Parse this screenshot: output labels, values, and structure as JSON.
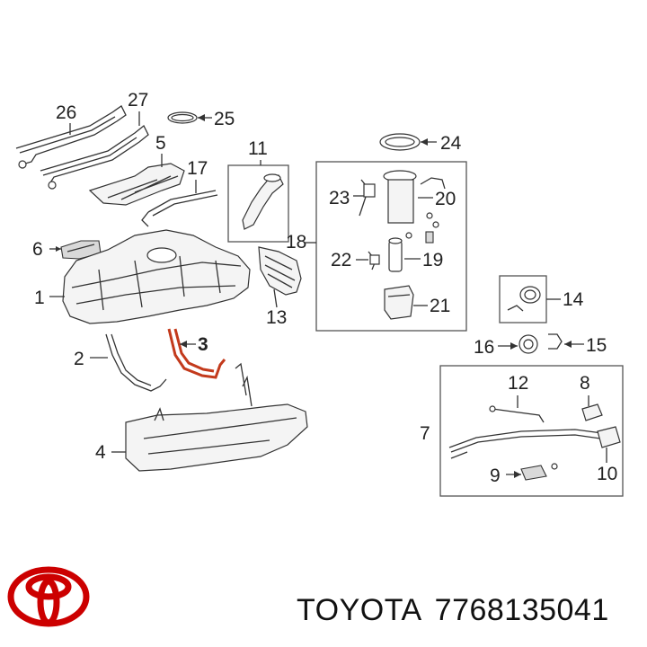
{
  "diagram": {
    "callouts": {
      "c1": "1",
      "c2": "2",
      "c3": "3",
      "c4": "4",
      "c5": "5",
      "c6": "6",
      "c7": "7",
      "c8": "8",
      "c9": "9",
      "c10": "10",
      "c11": "11",
      "c12": "12",
      "c13": "13",
      "c14": "14",
      "c15": "15",
      "c16": "16",
      "c17": "17",
      "c18": "18",
      "c19": "19",
      "c20": "20",
      "c21": "21",
      "c22": "22",
      "c23": "23",
      "c24": "24",
      "c25": "25",
      "c26": "26",
      "c27": "27"
    },
    "highlight_color": "#c33a1c"
  },
  "footer": {
    "brand": "TOYOTA",
    "part_number": "7768135041",
    "logo_color": "#cc0000"
  }
}
